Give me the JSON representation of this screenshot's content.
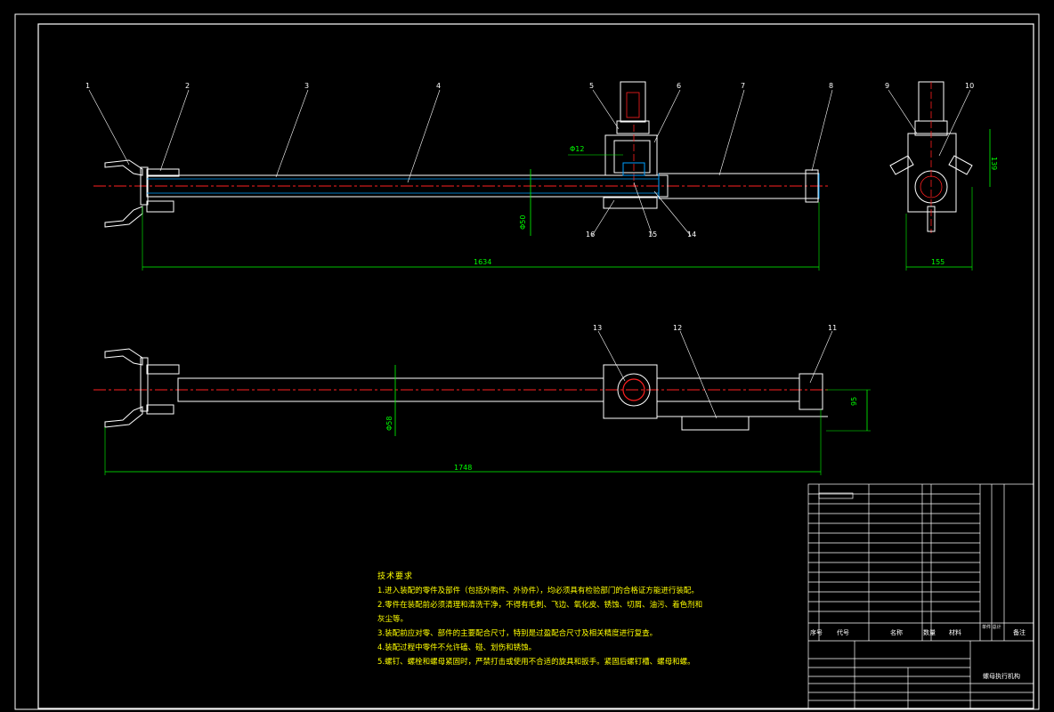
{
  "drawing": {
    "title_block_name": "螺母执行机构",
    "part_numbers": [
      "1",
      "2",
      "3",
      "4",
      "5",
      "6",
      "7",
      "8",
      "9",
      "10",
      "11",
      "12",
      "13",
      "14",
      "15",
      "16"
    ],
    "dims": {
      "d1634": "1634",
      "d1748": "1748",
      "d155": "155",
      "d139": "139",
      "d95": "95",
      "phi50": "Φ50",
      "phi12": "Φ12",
      "phi58": "Φ58"
    },
    "notes": {
      "title": "技术要求",
      "lines": [
        "1.进入装配的零件及部件（包括外购件、外协件），均必须具有检验部门的合格证方能进行装配。",
        "2.零件在装配前必须清理和清洗干净，不得有毛刺、飞边、氧化皮、锈蚀、切屑、油污、着色剂和",
        "灰尘等。",
        "3.装配前应对零、部件的主要配合尺寸，特别是过盈配合尺寸及相关精度进行复查。",
        "4.装配过程中零件不允许磕、碰、划伤和锈蚀。",
        "5.螺钉、螺栓和螺母紧固时，严禁打击或使用不合适的旋具和扳手。紧固后螺钉槽、螺母和螺。"
      ]
    },
    "table_headers": {
      "seq": "序号",
      "code": "代号",
      "name": "名称",
      "qty": "数量",
      "material": "材料",
      "weight": "单件 总计",
      "remark": "备注"
    }
  }
}
